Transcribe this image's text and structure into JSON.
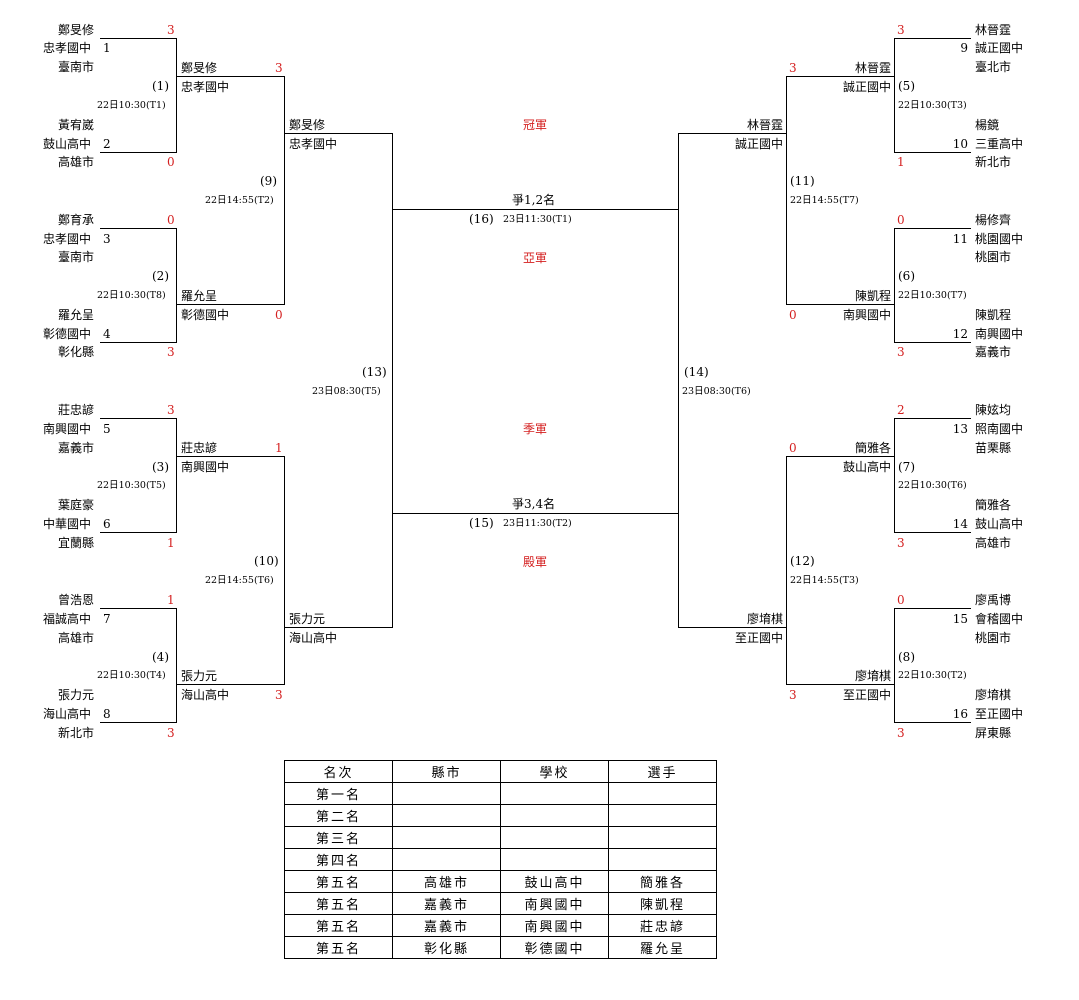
{
  "entries": {
    "e1": {
      "name": "鄭旻修",
      "seed": "1",
      "school": "忠孝國中",
      "city": "臺南市",
      "score": "3"
    },
    "e2": {
      "name": "黃宥崴",
      "seed": "2",
      "school": "鼓山高中",
      "city": "高雄市",
      "score": "0"
    },
    "e3": {
      "name": "鄭育承",
      "seed": "3",
      "school": "忠孝國中",
      "city": "臺南市",
      "score": "0"
    },
    "e4": {
      "name": "羅允呈",
      "seed": "4",
      "school": "彰德國中",
      "city": "彰化縣",
      "score": "3"
    },
    "e5": {
      "name": "莊忠諺",
      "seed": "5",
      "school": "南興國中",
      "city": "嘉義市",
      "score": "3"
    },
    "e6": {
      "name": "葉庭豪",
      "seed": "6",
      "school": "中華國中",
      "city": "宜蘭縣",
      "score": "1"
    },
    "e7": {
      "name": "曾浩恩",
      "seed": "7",
      "school": "福誠高中",
      "city": "高雄市",
      "score": "1"
    },
    "e8": {
      "name": "張力元",
      "seed": "8",
      "school": "海山高中",
      "city": "新北市",
      "score": "3"
    },
    "e9": {
      "name": "林晉霆",
      "seed": "9",
      "school": "誠正國中",
      "city": "臺北市",
      "score": "3"
    },
    "e10": {
      "name": "楊鏡",
      "seed": "10",
      "school": "三重高中",
      "city": "新北市",
      "score": "1"
    },
    "e11": {
      "name": "楊修齊",
      "seed": "11",
      "school": "桃園國中",
      "city": "桃園市",
      "score": "0"
    },
    "e12": {
      "name": "陳凱程",
      "seed": "12",
      "school": "南興國中",
      "city": "嘉義市",
      "score": "3"
    },
    "e13": {
      "name": "陳妶均",
      "seed": "13",
      "school": "照南國中",
      "city": "苗栗縣",
      "score": "2"
    },
    "e14": {
      "name": "簡雅各",
      "seed": "14",
      "school": "鼓山高中",
      "city": "高雄市",
      "score": "3"
    },
    "e15": {
      "name": "廖禹博",
      "seed": "15",
      "school": "會稽國中",
      "city": "桃園市",
      "score": "0"
    },
    "e16": {
      "name": "廖堉棋",
      "seed": "16",
      "school": "至正國中",
      "city": "屏東縣",
      "score": "3"
    }
  },
  "matches": {
    "m1": {
      "no": "(1)",
      "time": "22日10:30(T1)"
    },
    "m2": {
      "no": "(2)",
      "time": "22日10:30(T8)"
    },
    "m3": {
      "no": "(3)",
      "time": "22日10:30(T5)"
    },
    "m4": {
      "no": "(4)",
      "time": "22日10:30(T4)"
    },
    "m5": {
      "no": "(5)",
      "time": "22日10:30(T3)"
    },
    "m6": {
      "no": "(6)",
      "time": "22日10:30(T7)"
    },
    "m7": {
      "no": "(7)",
      "time": "22日10:30(T6)"
    },
    "m8": {
      "no": "(8)",
      "time": "22日10:30(T2)"
    },
    "m9": {
      "no": "(9)",
      "time": "22日14:55(T2)"
    },
    "m10": {
      "no": "(10)",
      "time": "22日14:55(T6)"
    },
    "m11": {
      "no": "(11)",
      "time": "22日14:55(T7)"
    },
    "m12": {
      "no": "(12)",
      "time": "22日14:55(T3)"
    },
    "m13": {
      "no": "(13)",
      "time": "23日08:30(T5)"
    },
    "m14": {
      "no": "(14)",
      "time": "23日08:30(T6)"
    },
    "m15": {
      "no": "(15)",
      "time": "23日11:30(T2)",
      "title": "爭3,4名"
    },
    "m16": {
      "no": "(16)",
      "time": "23日11:30(T1)",
      "title": "爭1,2名"
    }
  },
  "round2": {
    "m1w": {
      "name": "鄭旻修",
      "school": "忠孝國中",
      "score": "3"
    },
    "m2w": {
      "name": "羅允呈",
      "school": "彰德國中",
      "score": "0"
    },
    "m3w": {
      "name": "莊忠諺",
      "school": "南興國中",
      "score": "1"
    },
    "m4w": {
      "name": "張力元",
      "school": "海山高中",
      "score": "3"
    },
    "m5w": {
      "name": "林晉霆",
      "school": "誠正國中",
      "score": "3"
    },
    "m6w": {
      "name": "陳凱程",
      "school": "南興國中",
      "score": "0"
    },
    "m7w": {
      "name": "簡雅各",
      "school": "鼓山高中",
      "score": "0"
    },
    "m8w": {
      "name": "廖堉棋",
      "school": "至正國中",
      "score": "3"
    }
  },
  "round3": {
    "m9w": {
      "name": "鄭旻修",
      "school": "忠孝國中"
    },
    "m10w": {
      "name": "張力元",
      "school": "海山高中"
    },
    "m11w": {
      "name": "林晉霆",
      "school": "誠正國中"
    },
    "m12w": {
      "name": "廖堉棋",
      "school": "至正國中"
    }
  },
  "labels": {
    "champion": "冠軍",
    "runner_up": "亞軍",
    "third": "季軍",
    "fourth": "殿軍"
  },
  "results": {
    "headers": [
      "名次",
      "縣市",
      "學校",
      "選手"
    ],
    "rows": [
      [
        "第一名",
        "",
        "",
        ""
      ],
      [
        "第二名",
        "",
        "",
        ""
      ],
      [
        "第三名",
        "",
        "",
        ""
      ],
      [
        "第四名",
        "",
        "",
        ""
      ],
      [
        "第五名",
        "高雄市",
        "鼓山高中",
        "簡雅各"
      ],
      [
        "第五名",
        "嘉義市",
        "南興國中",
        "陳凱程"
      ],
      [
        "第五名",
        "嘉義市",
        "南興國中",
        "莊忠諺"
      ],
      [
        "第五名",
        "彰化縣",
        "彰德國中",
        "羅允呈"
      ]
    ]
  },
  "colors": {
    "score": "#d42020",
    "line": "#000000"
  }
}
